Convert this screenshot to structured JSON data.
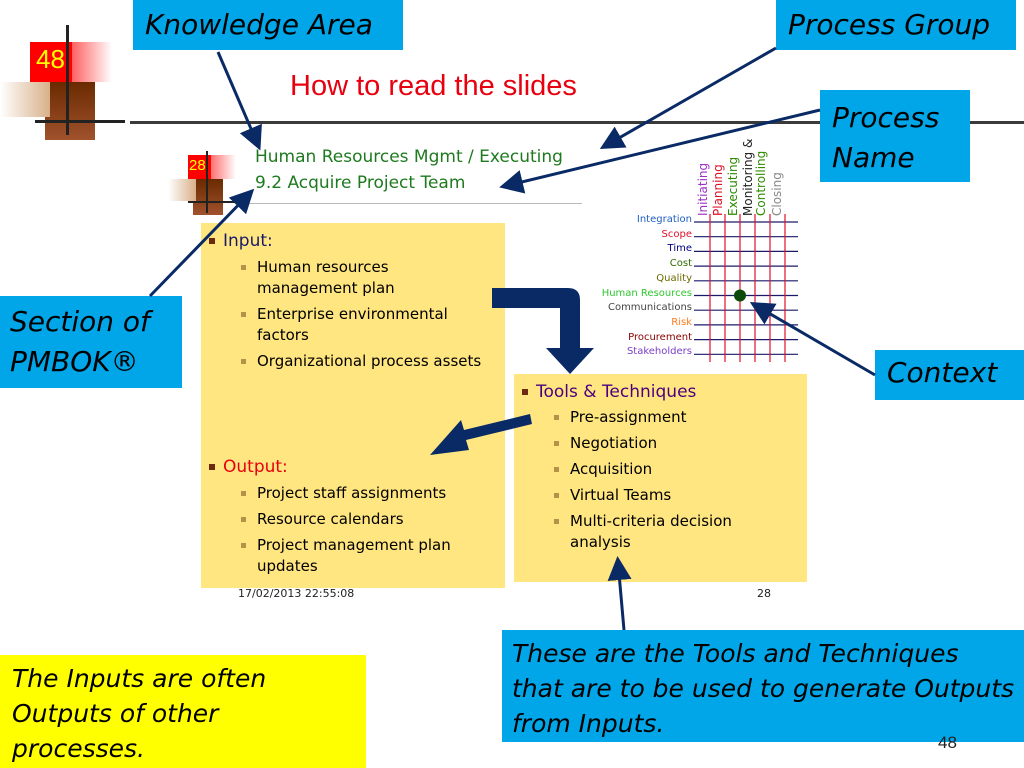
{
  "slide": {
    "page_badge": "48",
    "title": "How to read the slides",
    "page_number": "48"
  },
  "callouts": {
    "knowledge_area": "Knowledge Area",
    "process_group": "Process Group",
    "process_name": "Process Name",
    "section": "Section of PMBOK®",
    "context": "Context",
    "tools_note": "These are the Tools and Techniques that are to be used to generate Outputs from Inputs.",
    "inputs_note": "The Inputs are often Outputs of other processes."
  },
  "inner_slide": {
    "page_badge": "28",
    "heading_line1": "Human Resources Mgmt / Executing",
    "heading_line2": "9.2 Acquire Project Team",
    "date": "17/02/2013 22:55:08",
    "footer_page": "28",
    "input": {
      "label": "Input:",
      "items": [
        "Human resources management plan",
        "Enterprise environmental factors",
        "Organizational process assets"
      ]
    },
    "output": {
      "label": "Output:",
      "items": [
        "Project staff assignments",
        "Resource calendars",
        "Project management plan updates"
      ]
    },
    "tools": {
      "label": "Tools & Techniques",
      "items": [
        "Pre-assignment",
        "Negotiation",
        "Acquisition",
        "Virtual Teams",
        "Multi-criteria decision analysis"
      ]
    }
  },
  "matrix": {
    "columns": [
      {
        "label": "Initiating",
        "color": "#9b30c8"
      },
      {
        "label": "Planning",
        "color": "#e0102a"
      },
      {
        "label": "Executing",
        "color": "#2e8b00"
      },
      {
        "label": "Monitoring &",
        "color": "#222222"
      },
      {
        "label": "Controlling",
        "color": "#2e8b00"
      },
      {
        "label": "Closing",
        "color": "#888888"
      }
    ],
    "rows": [
      {
        "label": "Integration",
        "color": "#1f5fbf"
      },
      {
        "label": "Scope",
        "color": "#e0102a"
      },
      {
        "label": "Time",
        "color": "#000080"
      },
      {
        "label": "Cost",
        "color": "#2e6b00"
      },
      {
        "label": "Quality",
        "color": "#6b6b00"
      },
      {
        "label": "Human Resources",
        "color": "#2ec82e"
      },
      {
        "label": "Communications",
        "color": "#444444"
      },
      {
        "label": "Risk",
        "color": "#ff7a1a"
      },
      {
        "label": "Procurement",
        "color": "#8b0000"
      },
      {
        "label": "Stakeholders",
        "color": "#7b3fc8"
      }
    ],
    "highlight": {
      "row": "Human Resources",
      "column": "Executing"
    }
  },
  "colors": {
    "callout_blue": "#00a6e8",
    "note_yellow": "#ffff00",
    "panel_yellow": "#ffe680",
    "title_red": "#e8000e",
    "heading_green": "#1e7a1e",
    "arrow_navy": "#0a2a66"
  }
}
